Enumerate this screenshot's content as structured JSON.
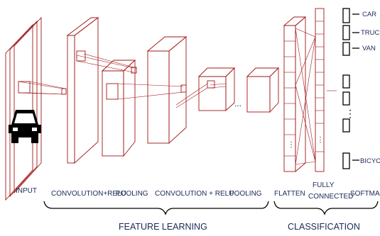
{
  "stage_labels": {
    "input": "INPUT",
    "conv_relu_1": "CONVOLUTION+RELU",
    "pooling_1": "POOLING",
    "conv_relu_2": "CONVOLUTION + RELU",
    "pooling_2": "POOLING",
    "flatten": "FLATTEN",
    "fully_connected_line1": "FULLY",
    "fully_connected_line2": "CONNECTED",
    "softmax": "SOFTMAX"
  },
  "group_labels": {
    "feature_learning": "FEATURE LEARNING",
    "classification": "CLASSIFICATION"
  },
  "classes": [
    "CAR",
    "TRUCK",
    "VAN",
    "BICYCLE"
  ],
  "ellipsis": "...",
  "colors": {
    "line": "#a01818",
    "text": "#1a2a55",
    "ink": "#000000"
  }
}
